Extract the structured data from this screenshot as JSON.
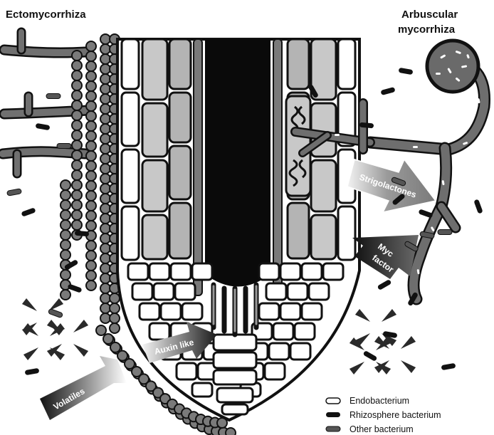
{
  "labels": {
    "ectomycorrhiza": "Ectomycorrhiza",
    "arbuscular_line1": "Arbuscular",
    "arbuscular_line2": "mycorrhiza",
    "strigolactones": "Strigolactones",
    "myc_line1": "Myc",
    "myc_line2": "factor",
    "auxin_like": "Auxin like",
    "volatiles": "Volatiles"
  },
  "legend": [
    {
      "symbol": "endobacterium",
      "label": "Endobacterium"
    },
    {
      "symbol": "rhizosphere",
      "label": "Rhizosphere bacterium"
    },
    {
      "symbol": "other",
      "label": "Other bacterium"
    }
  ],
  "colors": {
    "outline": "#111111",
    "stele": "#0a0a0a",
    "cortex_light": "#c8c8c8",
    "cortex_mid": "#a9a9a9",
    "fungus": "#6e6e6e",
    "bacterium_black": "#111111",
    "bacterium_grey": "#555555",
    "arrow_dark": "#1e1e1e",
    "arrow_mid": "#7a7a7a"
  }
}
